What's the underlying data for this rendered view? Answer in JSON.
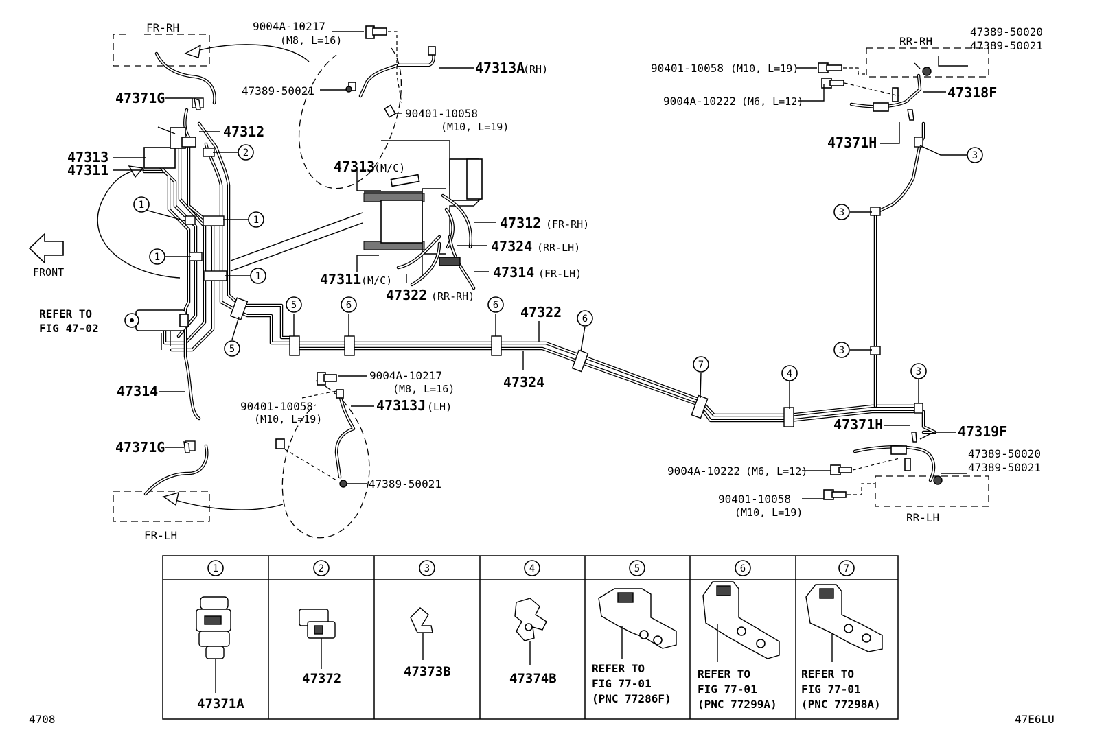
{
  "labels": {
    "fr_rh": "FR-RH",
    "fr_lh": "FR-LH",
    "rr_rh": "RR-RH",
    "rr_lh": "RR-LH",
    "front": "FRONT",
    "p_9004a_10217_top": "9004A-10217",
    "p_9004a_10217_top_spec": "(M8, L=16)",
    "p_47313a": "47313A",
    "p_47313a_suffix": "(RH)",
    "p_47389_50021_top": "47389-50021",
    "p_90401_10058_top": "90401-10058",
    "p_90401_10058_top_spec": "(M10, L=19)",
    "p_47371g_top": "47371G",
    "p_47312": "47312",
    "p_47313": "47313",
    "p_47311": "47311",
    "p_47313_mc": "47313",
    "p_47313_mc_suffix": "(M/C)",
    "p_47312_frrh": "47312",
    "p_47312_frrh_suffix": "(FR-RH)",
    "p_47324_rrlh": "47324",
    "p_47324_rrlh_suffix": "(RR-LH)",
    "p_47311_mc": "47311",
    "p_47311_mc_suffix": "(M/C)",
    "p_47314_frlh": "47314",
    "p_47314_frlh_suffix": "(FR-LH)",
    "p_47322_rrrh": "47322",
    "p_47322_rrrh_suffix": "(RR-RH)",
    "refer_to_1": "REFER TO",
    "fig_47_02": "FIG 47-02",
    "p_47314": "47314",
    "p_47322": "47322",
    "p_47324": "47324",
    "p_9004a_10217_bot": "9004A-10217",
    "p_9004a_10217_bot_spec": "(M8, L=16)",
    "p_47313j": "47313J",
    "p_47313j_suffix": "(LH)",
    "p_90401_10058_bot": "90401-10058",
    "p_90401_10058_bot_spec": "(M10, L=19)",
    "p_47371g_bot": "47371G",
    "p_47389_50021_bot": "47389-50021",
    "p_90401_10058_rr_top": "90401-10058",
    "p_90401_10058_rr_top_spec": "(M10, L=19)",
    "p_9004a_10222_rr_top": "9004A-10222",
    "p_9004a_10222_rr_top_spec": "(M6, L=12)",
    "p_47389_50020_top": "47389-50020",
    "p_47389_50021_rr_top": "47389-50021",
    "p_47318f": "47318F",
    "p_47371h_top": "47371H",
    "p_47371h_bot": "47371H",
    "p_47319f": "47319F",
    "p_9004a_10222_rr_bot": "9004A-10222",
    "p_9004a_10222_rr_bot_spec": "(M6, L=12)",
    "p_47389_50020_bot": "47389-50020",
    "p_47389_50021_rr_bot": "47389-50021",
    "p_90401_10058_rr_bot": "90401-10058",
    "p_90401_10058_rr_bot_spec": "(M10, L=19)"
  },
  "callouts": {
    "c1": "1",
    "c2": "2",
    "c3": "3",
    "c4": "4",
    "c5": "5",
    "c6": "6",
    "c7": "7"
  },
  "table": {
    "headers": [
      "1",
      "2",
      "3",
      "4",
      "5",
      "6",
      "7"
    ],
    "cells": [
      {
        "part": "47371A"
      },
      {
        "part": "47372"
      },
      {
        "part": "47373B"
      },
      {
        "part": "47374B"
      },
      {
        "refer": "REFER TO",
        "fig": "FIG 77-01",
        "pnc": "(PNC 77286F)"
      },
      {
        "refer": "REFER TO",
        "fig": "FIG 77-01",
        "pnc": "(PNC 77299A)"
      },
      {
        "refer": "REFER TO",
        "fig": "FIG 77-01",
        "pnc": "(PNC 77298A)"
      }
    ]
  },
  "footer": {
    "left_code": "4708",
    "right_code": "47E6LU"
  }
}
